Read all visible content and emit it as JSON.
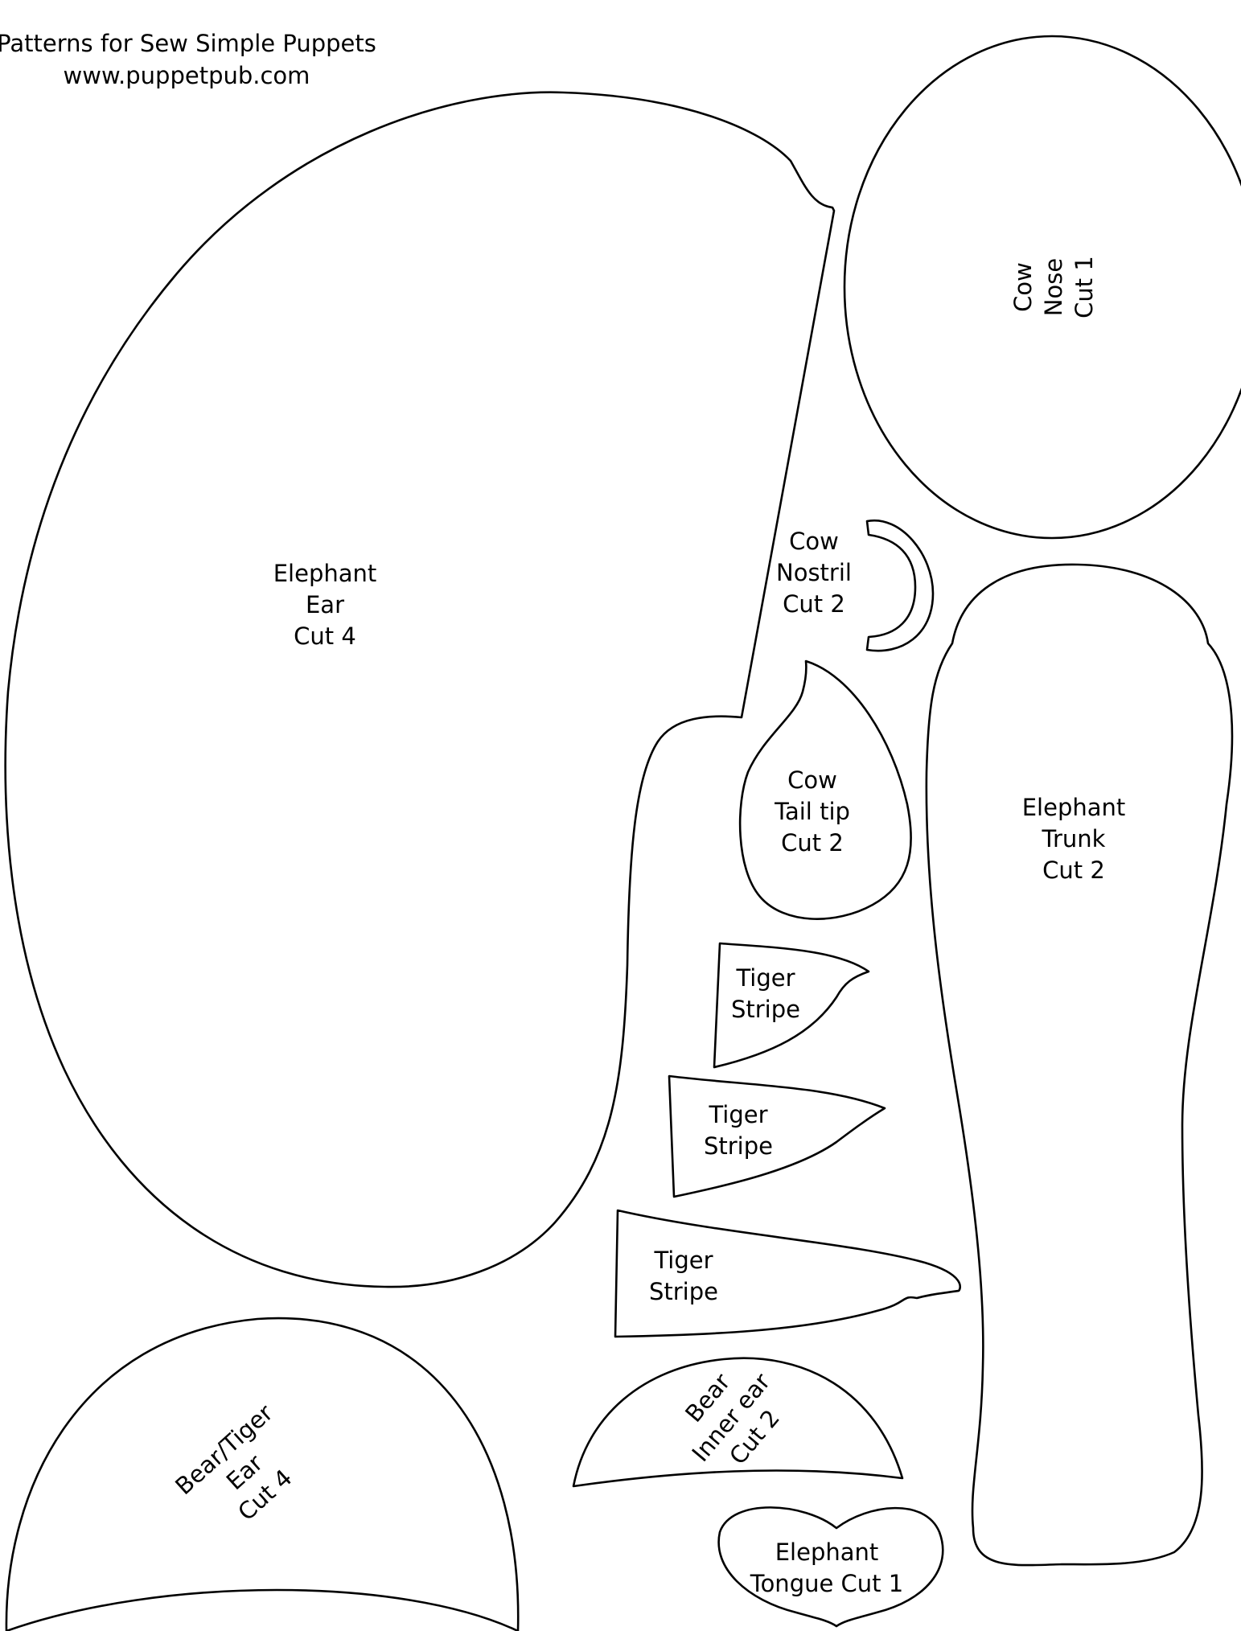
{
  "header": {
    "title": "Patterns for Sew Simple Puppets",
    "url": "www.puppetpub.com"
  },
  "pieces": {
    "elephant_ear": {
      "lines": [
        "Elephant",
        "Ear",
        "Cut 4"
      ]
    },
    "cow_nose": {
      "lines": [
        "Cow",
        "Nose",
        "Cut 1"
      ]
    },
    "cow_nostril": {
      "lines": [
        "Cow",
        "Nostril",
        "Cut 2"
      ]
    },
    "cow_tail_tip": {
      "lines": [
        "Cow",
        "Tail tip",
        "Cut 2"
      ]
    },
    "elephant_trunk": {
      "lines": [
        "Elephant",
        "Trunk",
        "Cut 2"
      ]
    },
    "tiger_stripe_1": {
      "lines": [
        "Tiger",
        "Stripe"
      ]
    },
    "tiger_stripe_2": {
      "lines": [
        "Tiger",
        "Stripe"
      ]
    },
    "tiger_stripe_3": {
      "lines": [
        "Tiger",
        "Stripe"
      ]
    },
    "bear_inner_ear": {
      "lines": [
        "Bear",
        "Inner ear",
        "Cut 2"
      ]
    },
    "bear_tiger_ear": {
      "lines": [
        "Bear/Tiger",
        "Ear",
        "Cut 4"
      ]
    },
    "elephant_tongue": {
      "lines": [
        "Elephant",
        "Tongue Cut 1"
      ]
    }
  },
  "colors": {
    "outline": "#000000",
    "background": "#ffffff"
  }
}
